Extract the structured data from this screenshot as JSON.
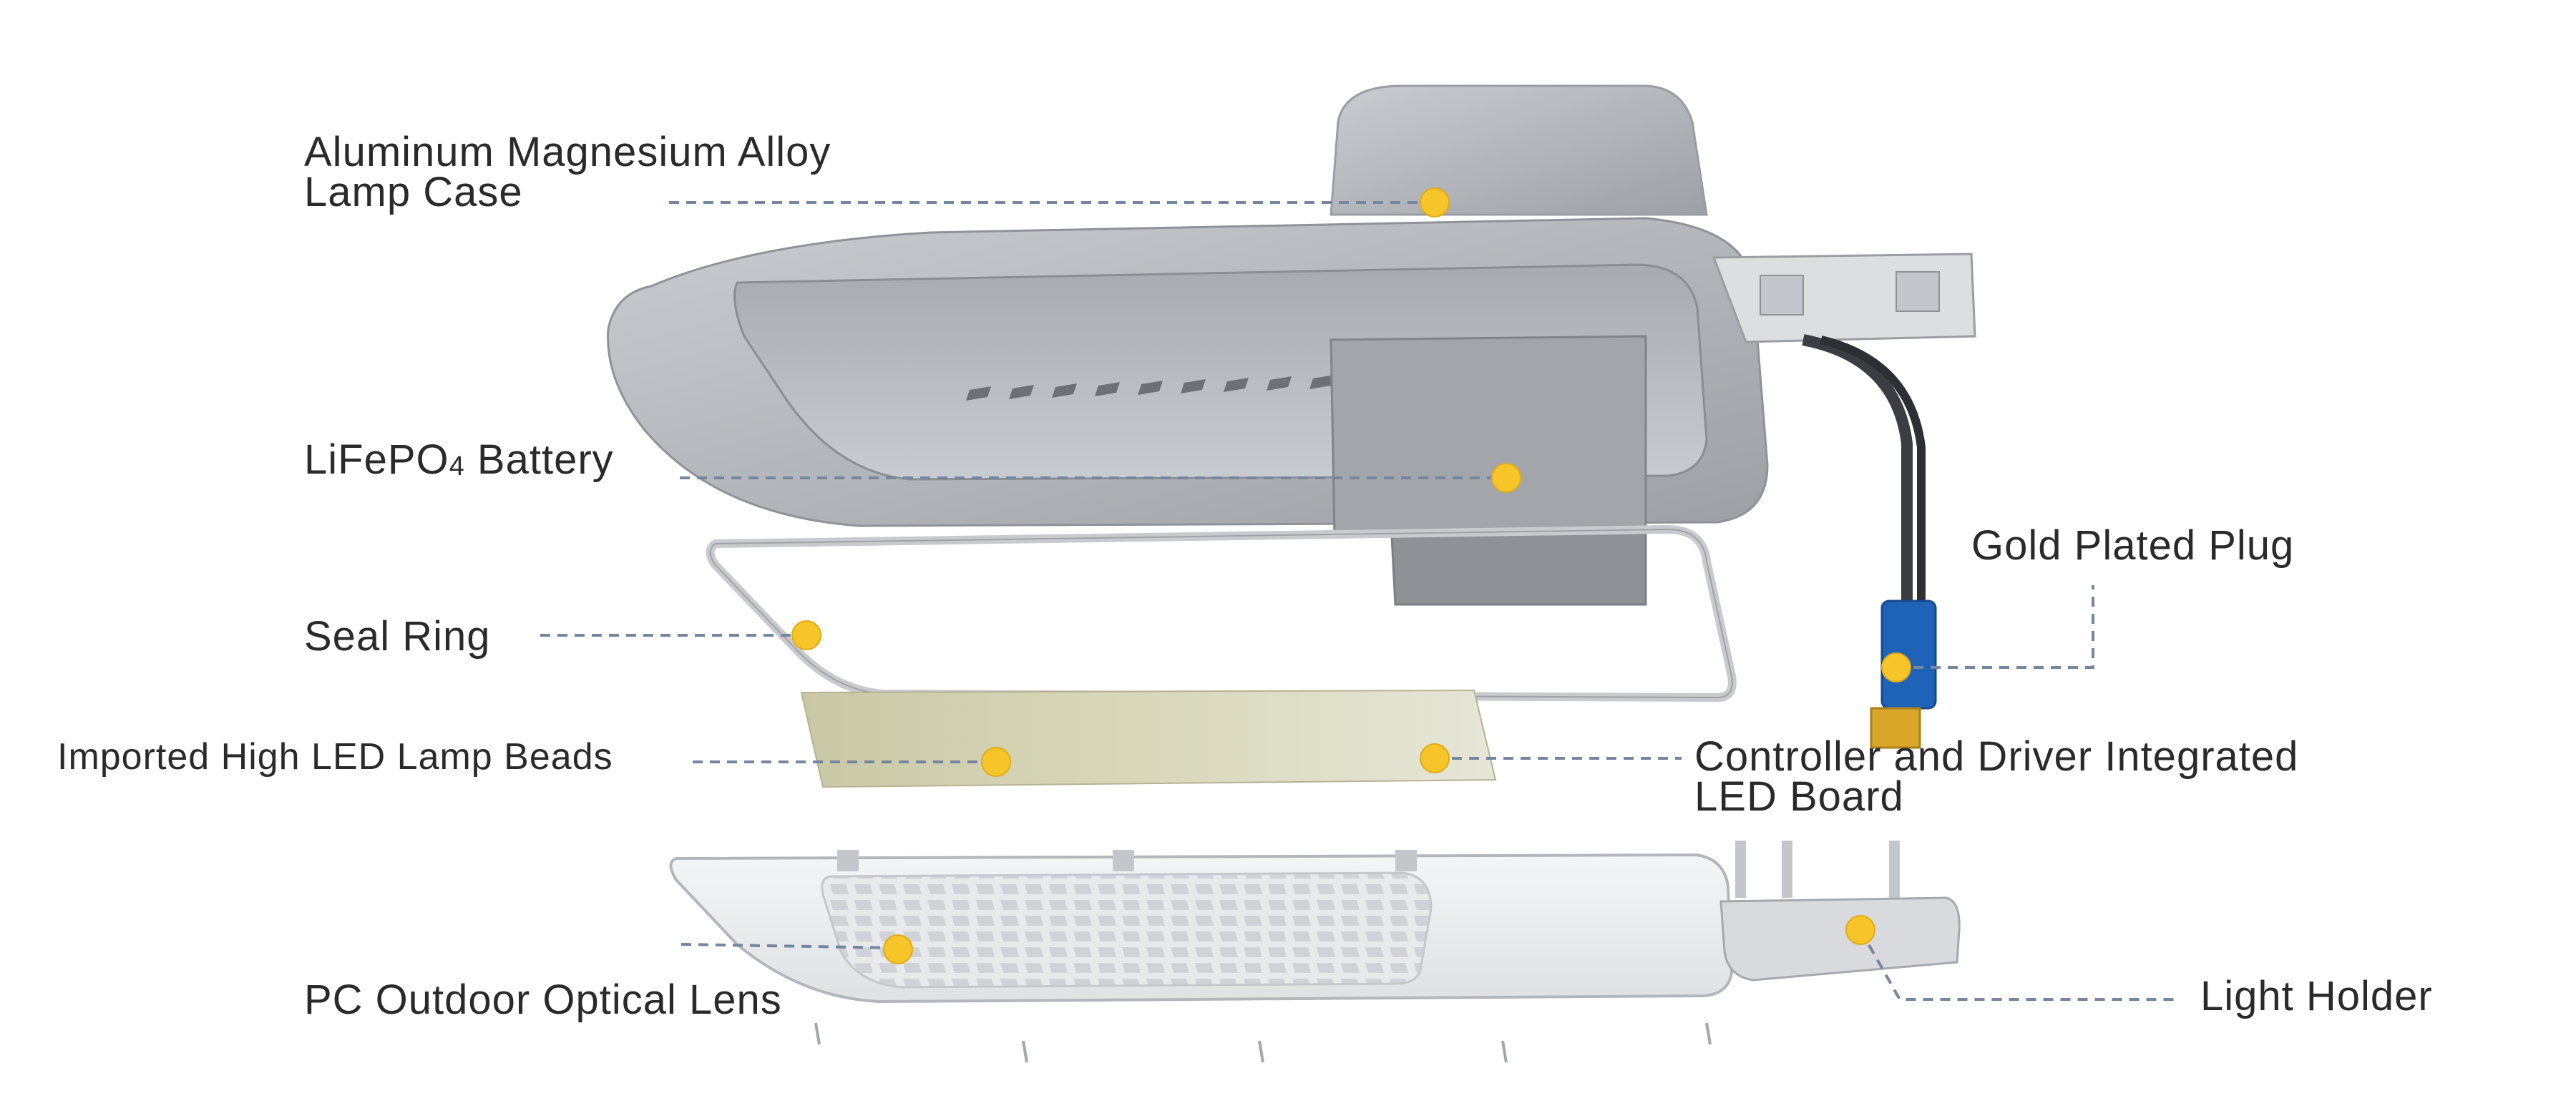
{
  "callouts": {
    "lamp_case": {
      "line1": "Aluminum Magnesium Alloy",
      "line2": "Lamp Case"
    },
    "battery": {
      "prefix": "LiFePO",
      "subscript": "4",
      "suffix": " Battery"
    },
    "seal_ring": {
      "label": "Seal Ring"
    },
    "lamp_beads": {
      "label": "Imported High LED Lamp Beads"
    },
    "optical_lens": {
      "label": "PC Outdoor Optical Lens"
    },
    "gold_plug": {
      "label": "Gold Plated Plug"
    },
    "led_board": {
      "line1": "Controller and Driver Integrated",
      "line2": "LED Board"
    },
    "light_holder": {
      "label": "Light Holder"
    }
  },
  "colors": {
    "marker": "#f7c42a",
    "leader_line": "#7486a0",
    "housing": "#b9bcc0",
    "plug": "#1f63b8",
    "plug_tip": "#d9a62a"
  }
}
